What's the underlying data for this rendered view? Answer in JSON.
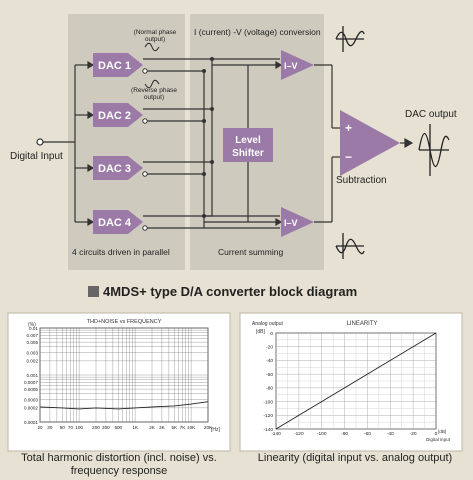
{
  "block_diagram": {
    "title": "4MDS+ type D/A converter block diagram",
    "input_label": "Digital Input",
    "output_label": "DAC output",
    "dacs": [
      "DAC 1",
      "DAC 2",
      "DAC 3",
      "DAC 4"
    ],
    "normal_phase_label": "(Normal phase output)",
    "reverse_phase_label": "(Reverse phase output)",
    "conversion_label": "I (current) -V (voltage) conversion",
    "iv_label": "I–V",
    "level_shifter_label": "Level Shifter",
    "subtraction_label": "Subtraction",
    "parallel_label": "4 circuits driven in parallel",
    "summing_label": "Current summing",
    "plus_sign": "+",
    "minus_sign": "−"
  },
  "thd_graph": {
    "chart_title": "THD+NOISE vs FREQUENCY",
    "y_unit": "(%)",
    "x_unit": "[Hz]",
    "y_ticks": [
      "0.01",
      "0.007",
      "0.005",
      "0.003",
      "0.002",
      "0.001",
      "0.0007",
      "0.0005",
      "0.0003",
      "0.0002",
      "0.0001"
    ],
    "x_ticks": [
      "20",
      "30",
      "50",
      "70",
      "100",
      "200",
      "300",
      "500",
      "1K",
      "2K",
      "3K",
      "5K",
      "7K",
      "10K",
      "20K"
    ],
    "caption": "Total harmonic distortion (incl. noise) vs. frequency response"
  },
  "linearity_graph": {
    "chart_title": "LINEARITY",
    "y_axis_label": "Analog output",
    "y_unit": "[dB]",
    "x_axis_label": "Digital input",
    "x_unit": "[dB]",
    "y_ticks": [
      "0",
      "-20",
      "-40",
      "-60",
      "-80",
      "-100",
      "-120",
      "-140"
    ],
    "x_ticks": [
      "-140",
      "-120",
      "-100",
      "-80",
      "-60",
      "-40",
      "-20",
      "0"
    ],
    "caption": "Linearity (digital input vs. analog output)"
  },
  "chart_data": [
    {
      "type": "line",
      "title": "THD+NOISE vs FREQUENCY",
      "x_scale": "log",
      "y_scale": "log",
      "xlim": [
        20,
        20000
      ],
      "ylim": [
        0.0001,
        0.01
      ],
      "series": [
        {
          "x": [
            20,
            50,
            100,
            200,
            500,
            1000,
            2000,
            5000,
            10000,
            20000
          ],
          "y": [
            0.00021,
            0.0002,
            0.00019,
            0.0002,
            0.00019,
            0.0002,
            0.00021,
            0.00022,
            0.00024,
            0.00027
          ]
        }
      ]
    },
    {
      "type": "line",
      "title": "LINEARITY",
      "xlim": [
        -140,
        0
      ],
      "ylim": [
        -140,
        0
      ],
      "series": [
        {
          "x": [
            -140,
            0
          ],
          "y": [
            -140,
            0
          ]
        }
      ]
    }
  ],
  "colors": {
    "background": "#e6e1d3",
    "group_box": "#cfcabe",
    "block_purple": "#9b7aa8",
    "block_text": "#ffffff"
  }
}
